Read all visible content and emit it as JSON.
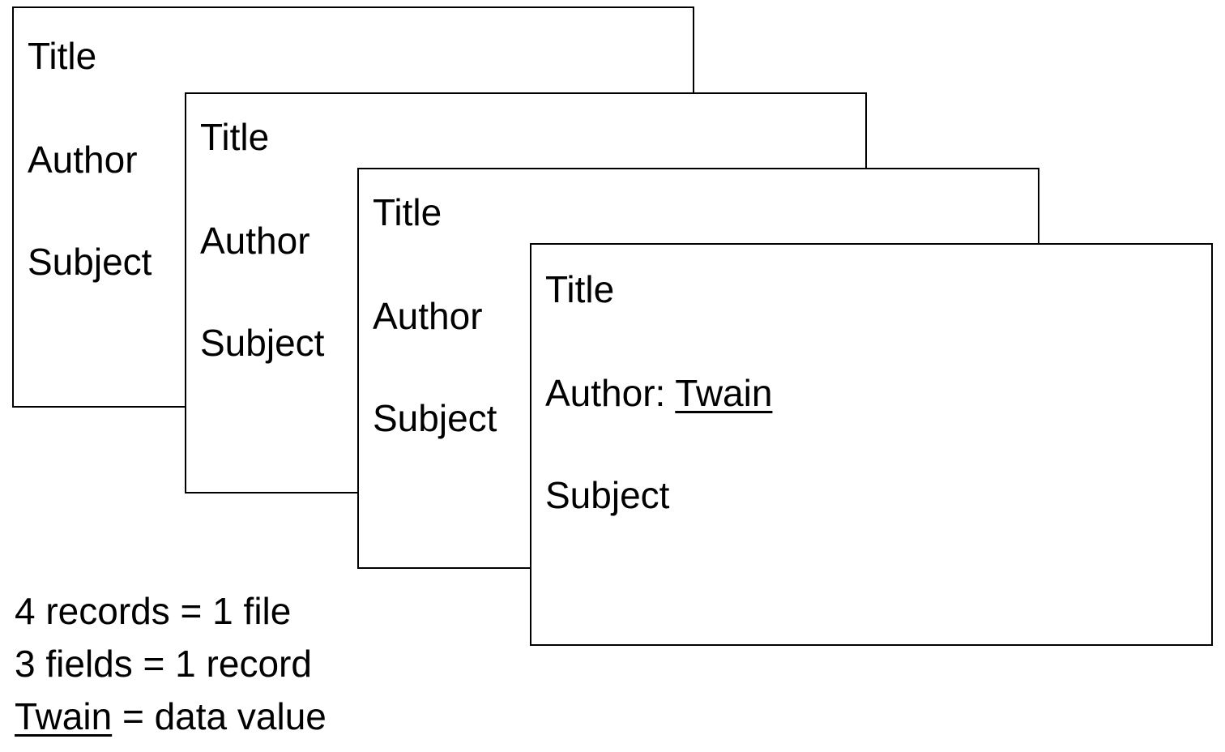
{
  "records": [
    {
      "title": "Title",
      "author": "Author",
      "subject": "Subject"
    },
    {
      "title": "Title",
      "author": "Author",
      "subject": "Subject"
    },
    {
      "title": "Title",
      "author": "Author",
      "subject": "Subject"
    },
    {
      "title": "Title",
      "author_label": "Author:",
      "author_value": "Twain",
      "subject": "Subject"
    }
  ],
  "legend": {
    "line1": "4 records = 1 file",
    "line2": "3 fields = 1 record",
    "line3_value": "Twain",
    "line3_rest": " = data value"
  }
}
